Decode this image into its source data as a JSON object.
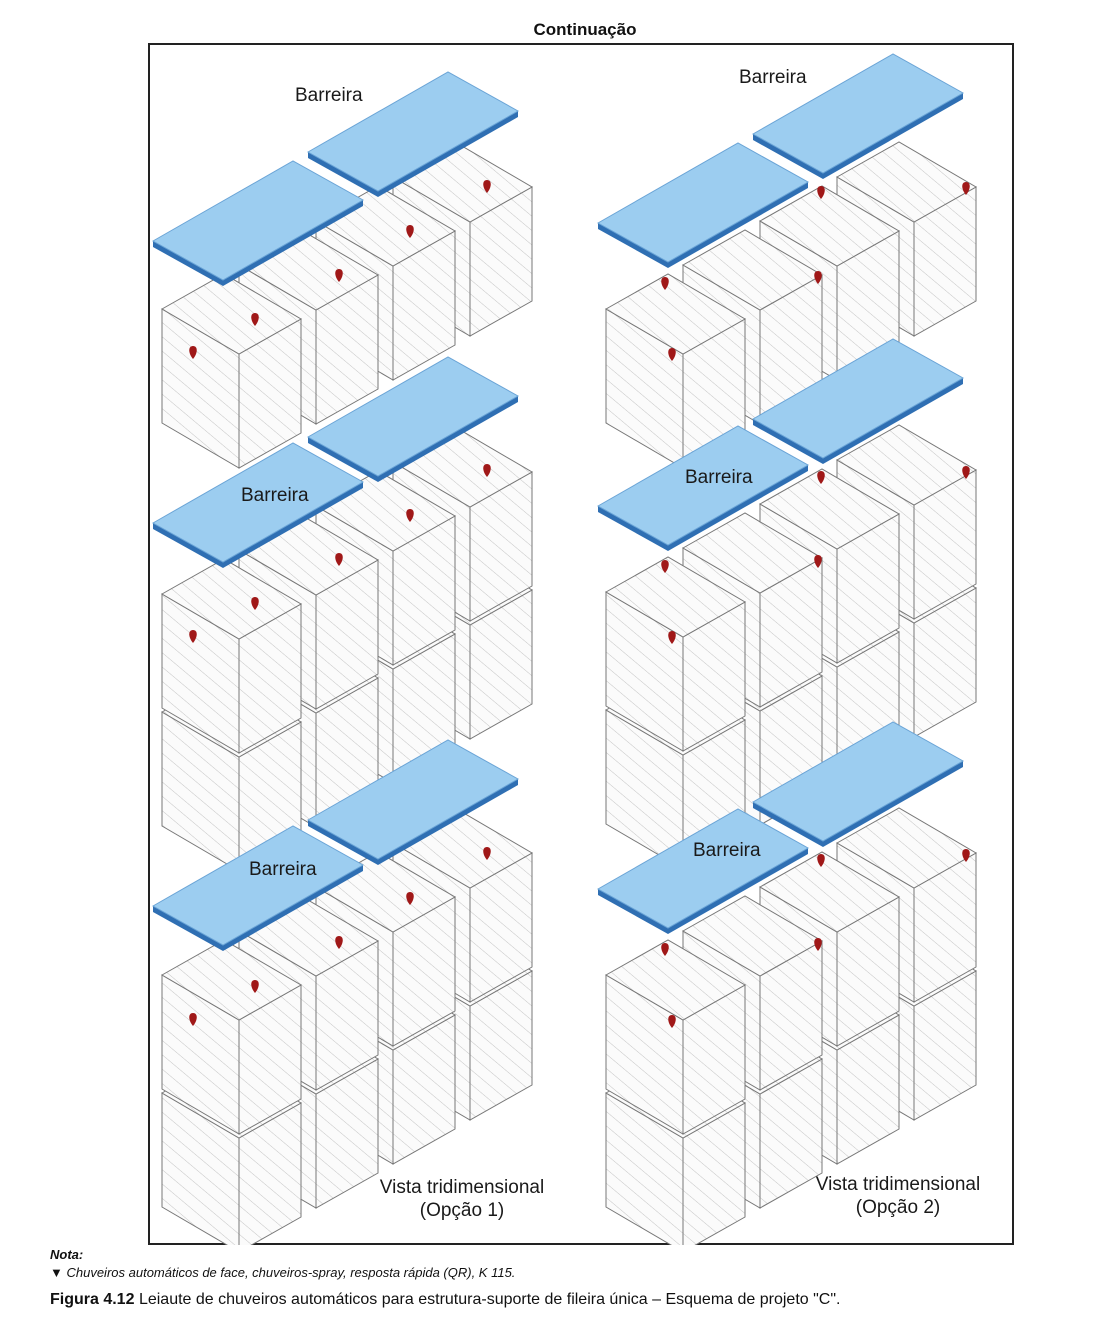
{
  "heading": "Continuação",
  "barrier_label": "Barreira",
  "options": [
    {
      "view_line1": "Vista tridimensional",
      "view_line2": "(Opção 1)"
    },
    {
      "view_line1": "Vista tridimensional",
      "view_line2": "(Opção 2)"
    }
  ],
  "note": {
    "title": "Nota:",
    "text": "▼ Chuveiros automáticos de face, chuveiros-spray, resposta rápida (QR), K 115."
  },
  "caption": {
    "number": "Figura 4.12",
    "text": "Leiaute de chuveiros automáticos para estrutura-suporte de fileira única – Esquema de projeto \"C\"."
  },
  "colors": {
    "barrier_top": "#9ccdf0",
    "barrier_side": "#2f6fb3",
    "box_edge": "#777777",
    "hatch": "#c4c4c4",
    "sprinkler": "#a01818"
  }
}
